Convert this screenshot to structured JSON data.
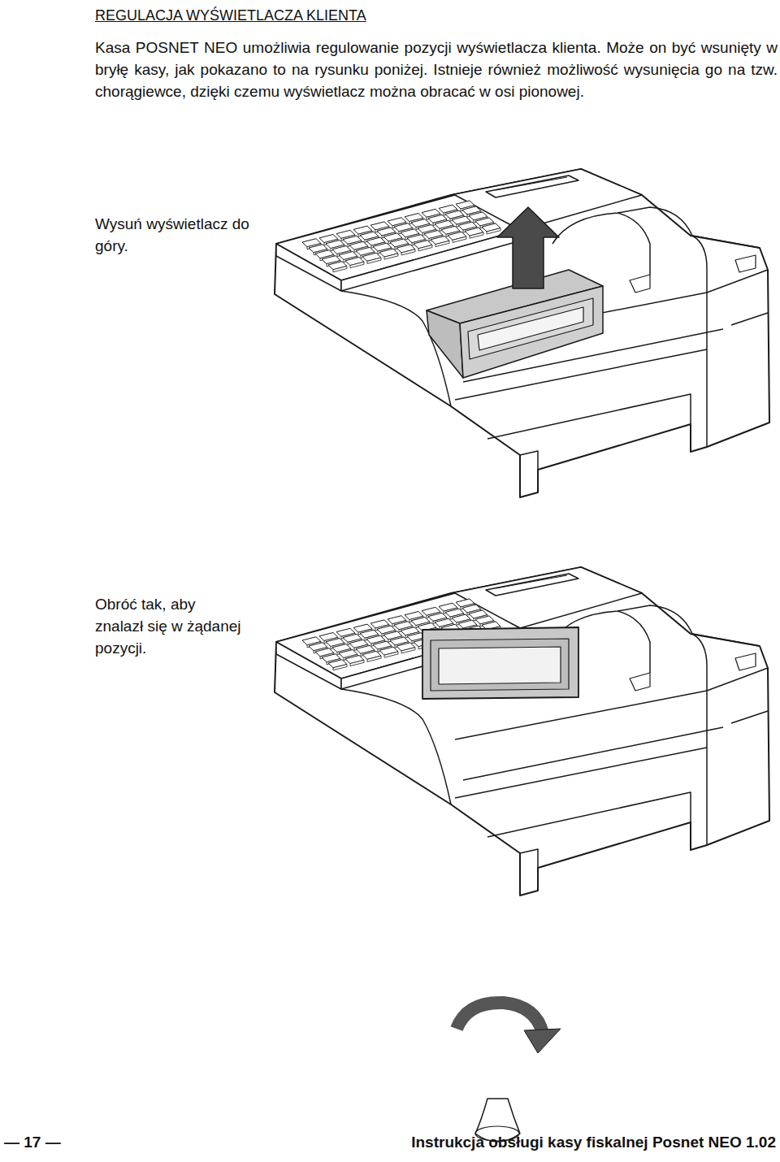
{
  "diagram": {
    "title": "REGULACJA WYŚWIETLACZA KLIENTA",
    "labels": [
      "Kasa POSNET NEO umożliwia regulowanie pozycji wyświetlacza klienta. Może on być wsunięty w bryłę kasy, jak pokazano to na rysunku poniżej. Istnieje również możliwość wysunięcia go na tzw. chorągiewce, dzięki czemu wyświetlacz można obracać w osi pionowej.",
      "Wysuń wyświetlacz do góry.",
      "Obróć tak, aby znalazł się w żądanej pozycji.",
      "— 17 —",
      "Instrukcja obsługi kasy fiskalnej Posnet NEO 1.02"
    ]
  }
}
